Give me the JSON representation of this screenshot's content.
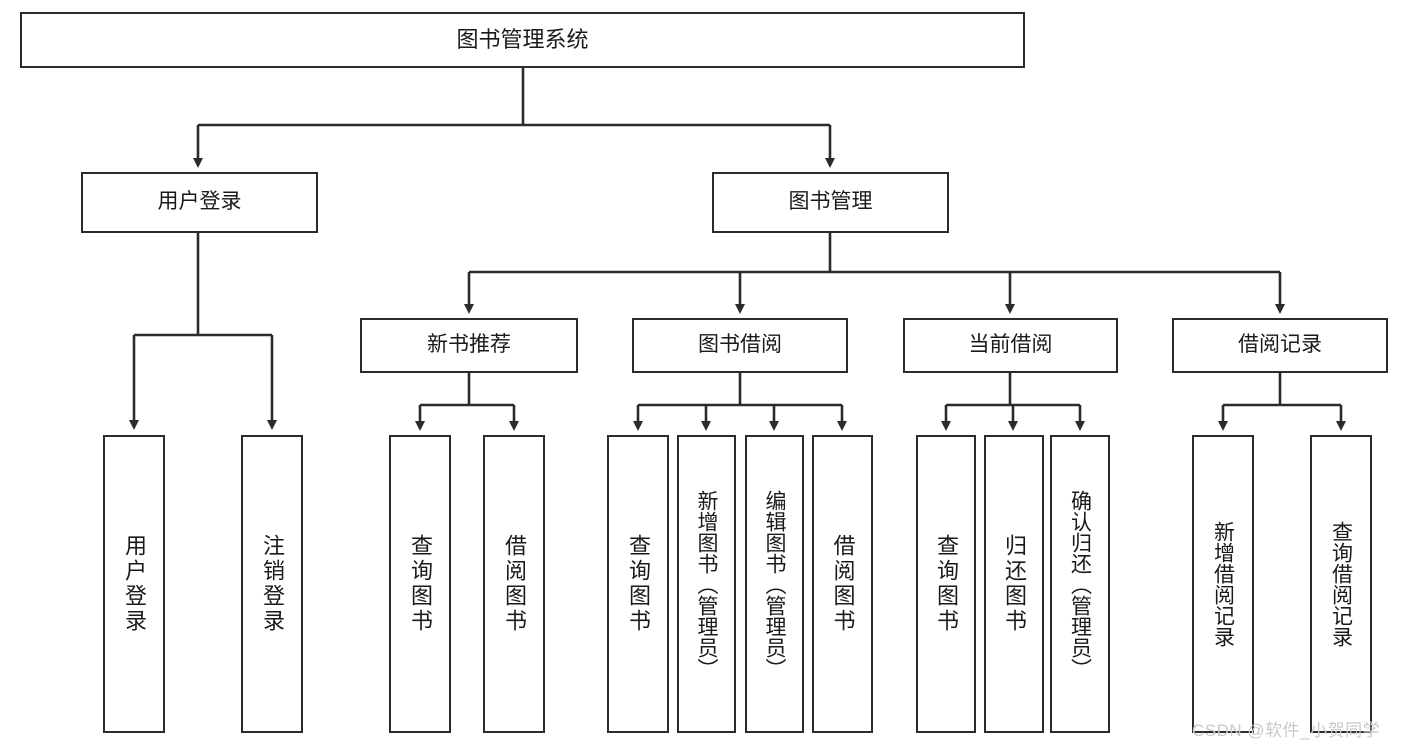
{
  "diagram": {
    "title": "图书管理系统",
    "type": "tree-hierarchy-diagram",
    "watermark": "CSDN @软件_小贺同学",
    "colors": {
      "stroke": "#2b2b2b",
      "background": "#ffffff",
      "text": "#1a1a1a",
      "watermark": "#c9c9c9"
    },
    "nodes": {
      "root": {
        "label": "图书管理系统"
      },
      "level2": [
        {
          "id": "user-login",
          "label": "用户登录"
        },
        {
          "id": "book-management",
          "label": "图书管理"
        }
      ],
      "level3": [
        {
          "id": "new-book-recommend",
          "label": "新书推荐"
        },
        {
          "id": "book-borrow",
          "label": "图书借阅"
        },
        {
          "id": "current-borrow",
          "label": "当前借阅"
        },
        {
          "id": "borrow-record",
          "label": "借阅记录"
        }
      ],
      "leaves": {
        "user_login": [
          {
            "id": "leaf-user-login",
            "label": "用户登录"
          },
          {
            "id": "leaf-logout-login",
            "label": "注销登录"
          }
        ],
        "new_book_recommend": [
          {
            "id": "leaf-query-book-1",
            "label": "查询图书"
          },
          {
            "id": "leaf-borrow-book-1",
            "label": "借阅图书"
          }
        ],
        "book_borrow": [
          {
            "id": "leaf-query-book-2",
            "label": "查询图书"
          },
          {
            "id": "leaf-add-book",
            "label": "新增图书（管理员）"
          },
          {
            "id": "leaf-edit-book",
            "label": "编辑图书（管理员）"
          },
          {
            "id": "leaf-borrow-book-2",
            "label": "借阅图书"
          }
        ],
        "current_borrow": [
          {
            "id": "leaf-query-book-3",
            "label": "查询图书"
          },
          {
            "id": "leaf-return-book",
            "label": "归还图书"
          },
          {
            "id": "leaf-confirm-return",
            "label": "确认归还（管理员）"
          }
        ],
        "borrow_record": [
          {
            "id": "leaf-add-record",
            "label": "新增借阅记录"
          },
          {
            "id": "leaf-query-record",
            "label": "查询借阅记录"
          }
        ]
      }
    }
  }
}
